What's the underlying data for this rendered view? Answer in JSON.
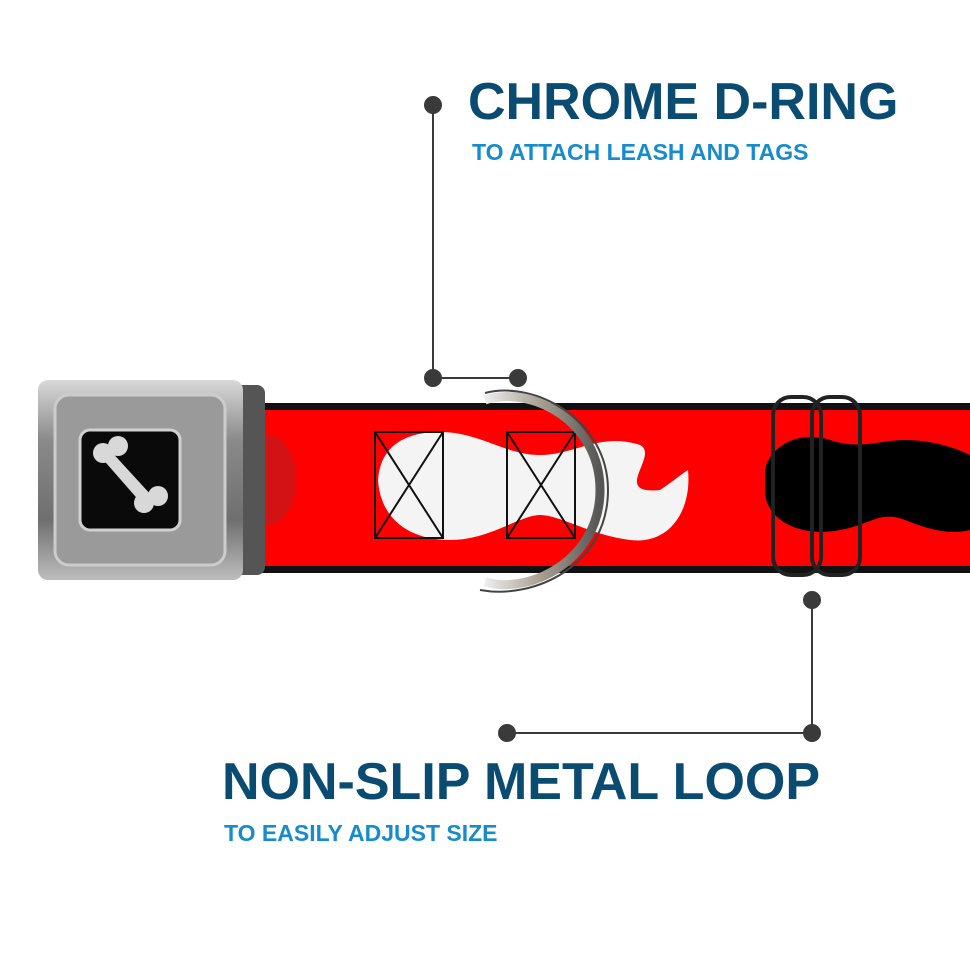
{
  "callouts": [
    {
      "title": "CHROME D-RING",
      "subtitle": "TO ATTACH LEASH AND TAGS"
    },
    {
      "title": "NON-SLIP METAL LOOP",
      "subtitle": "TO EASILY ADJUST SIZE"
    }
  ],
  "colors": {
    "title": "#0a4b72",
    "subtitle": "#168ccc",
    "strap": "#ff0000",
    "leader": "#3a3a3a"
  },
  "icons": [
    "bone-icon",
    "mustache-icon"
  ]
}
